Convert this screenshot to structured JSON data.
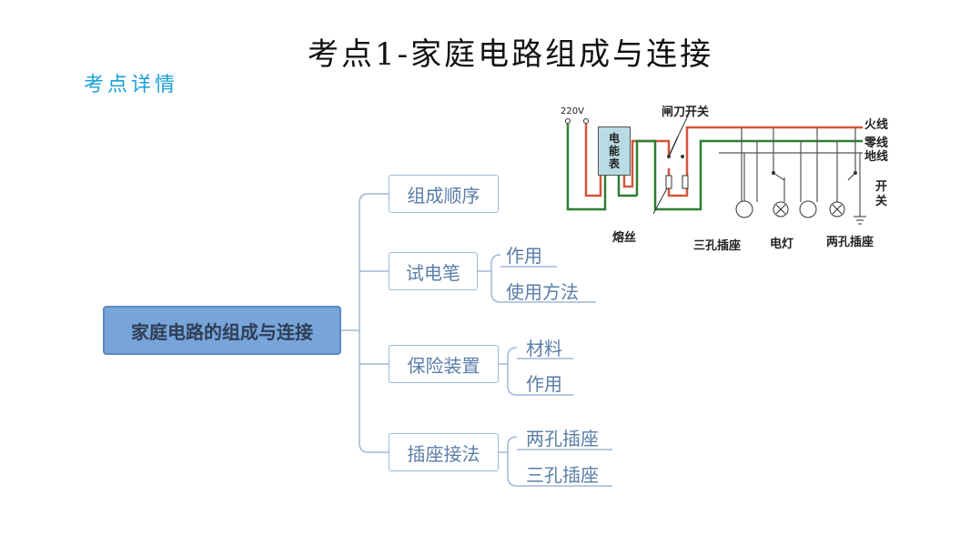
{
  "title": "考点1-家庭电路组成与连接",
  "subtitle": "考点详情",
  "mindmap": {
    "root": "家庭电路的组成与连接",
    "branches": [
      {
        "label": "组成顺序",
        "children": []
      },
      {
        "label": "试电笔",
        "children": [
          "作用",
          "使用方法"
        ]
      },
      {
        "label": "保险装置",
        "children": [
          "材料",
          "作用"
        ]
      },
      {
        "label": "插座接法",
        "children": [
          "两孔插座",
          "三孔插座"
        ]
      }
    ]
  },
  "diagram": {
    "voltage": "220V",
    "meter_line1": "电",
    "meter_line2": "能",
    "meter_line3": "表",
    "knife_switch": "闸刀开关",
    "live_wire": "火线",
    "neutral_wire": "零线",
    "ground_wire": "地线",
    "switch_line1": "开",
    "switch_line2": "关",
    "fuse": "熔丝",
    "three_hole_socket": "三孔插座",
    "lamp": "电灯",
    "two_hole_socket": "两孔插座",
    "colors": {
      "live": "#d2553a",
      "neutral": "#2e7d32",
      "ground": "#555555"
    }
  }
}
